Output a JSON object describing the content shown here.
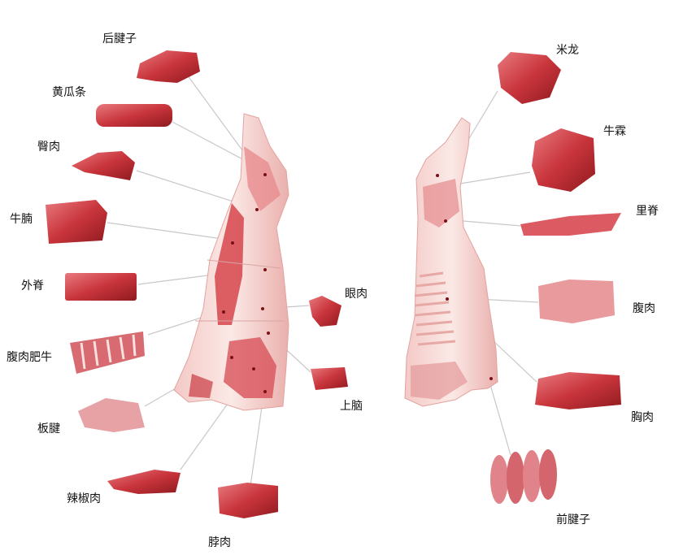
{
  "left_labels": {
    "hind_shank": "后腱子",
    "eye_round": "黄瓜条",
    "rump": "臀肉",
    "knuckle": "牛腩",
    "striploin": "外脊",
    "flank_rib": "腹肉肥牛",
    "blade_shank": "板腱",
    "chuck_tender": "辣椒肉",
    "neck": "脖肉",
    "eye_meat": "眼肉",
    "upper_brain": "上脑"
  },
  "right_labels": {
    "rice_dragon": "米龙",
    "sirloin_tip": "牛霖",
    "tenderloin": "里脊",
    "belly": "腹肉",
    "brisket": "胸肉",
    "fore_shank": "前腱子"
  },
  "colors": {
    "meat_dark": "#b3262b",
    "meat_mid": "#d9525a",
    "meat_light": "#efb5b5",
    "fat": "#f6e4df",
    "leader_line": "#c8c8c8"
  }
}
